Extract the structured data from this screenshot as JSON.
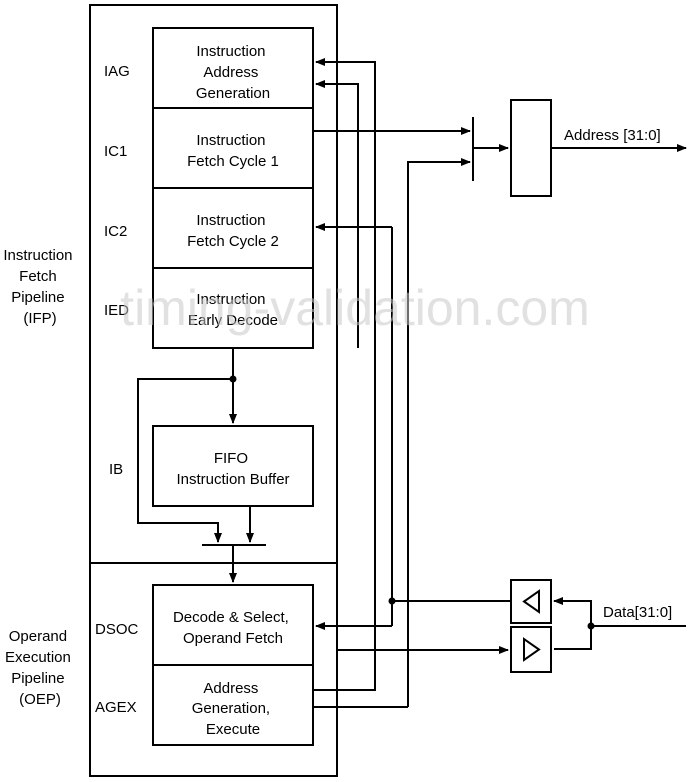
{
  "diagram": {
    "pipelines": {
      "ifp": [
        "Instruction",
        "Fetch",
        "Pipeline",
        "(IFP)"
      ],
      "oep": [
        "Operand",
        "Execution",
        "Pipeline",
        "(OEP)"
      ]
    },
    "stages": {
      "iag": "IAG",
      "ic1": "IC1",
      "ic2": "IC2",
      "ied": "IED",
      "ib": "IB",
      "dsoc": "DSOC",
      "agex": "AGEX"
    },
    "blocks": {
      "iag": [
        "Instruction",
        "Address",
        "Generation"
      ],
      "ic1": [
        "Instruction",
        "Fetch Cycle 1"
      ],
      "ic2": [
        "Instruction",
        "Fetch Cycle 2"
      ],
      "ied": [
        "Instruction",
        "Early Decode"
      ],
      "ib": [
        "FIFO",
        "Instruction Buffer"
      ],
      "dsoc": [
        "Decode & Select,",
        "Operand Fetch"
      ],
      "agex": [
        "Address",
        "Generation,",
        "Execute"
      ]
    },
    "signals": {
      "address": "Address [31:0]",
      "data": "Data[31:0]"
    },
    "watermark": "timing-validation.com"
  }
}
